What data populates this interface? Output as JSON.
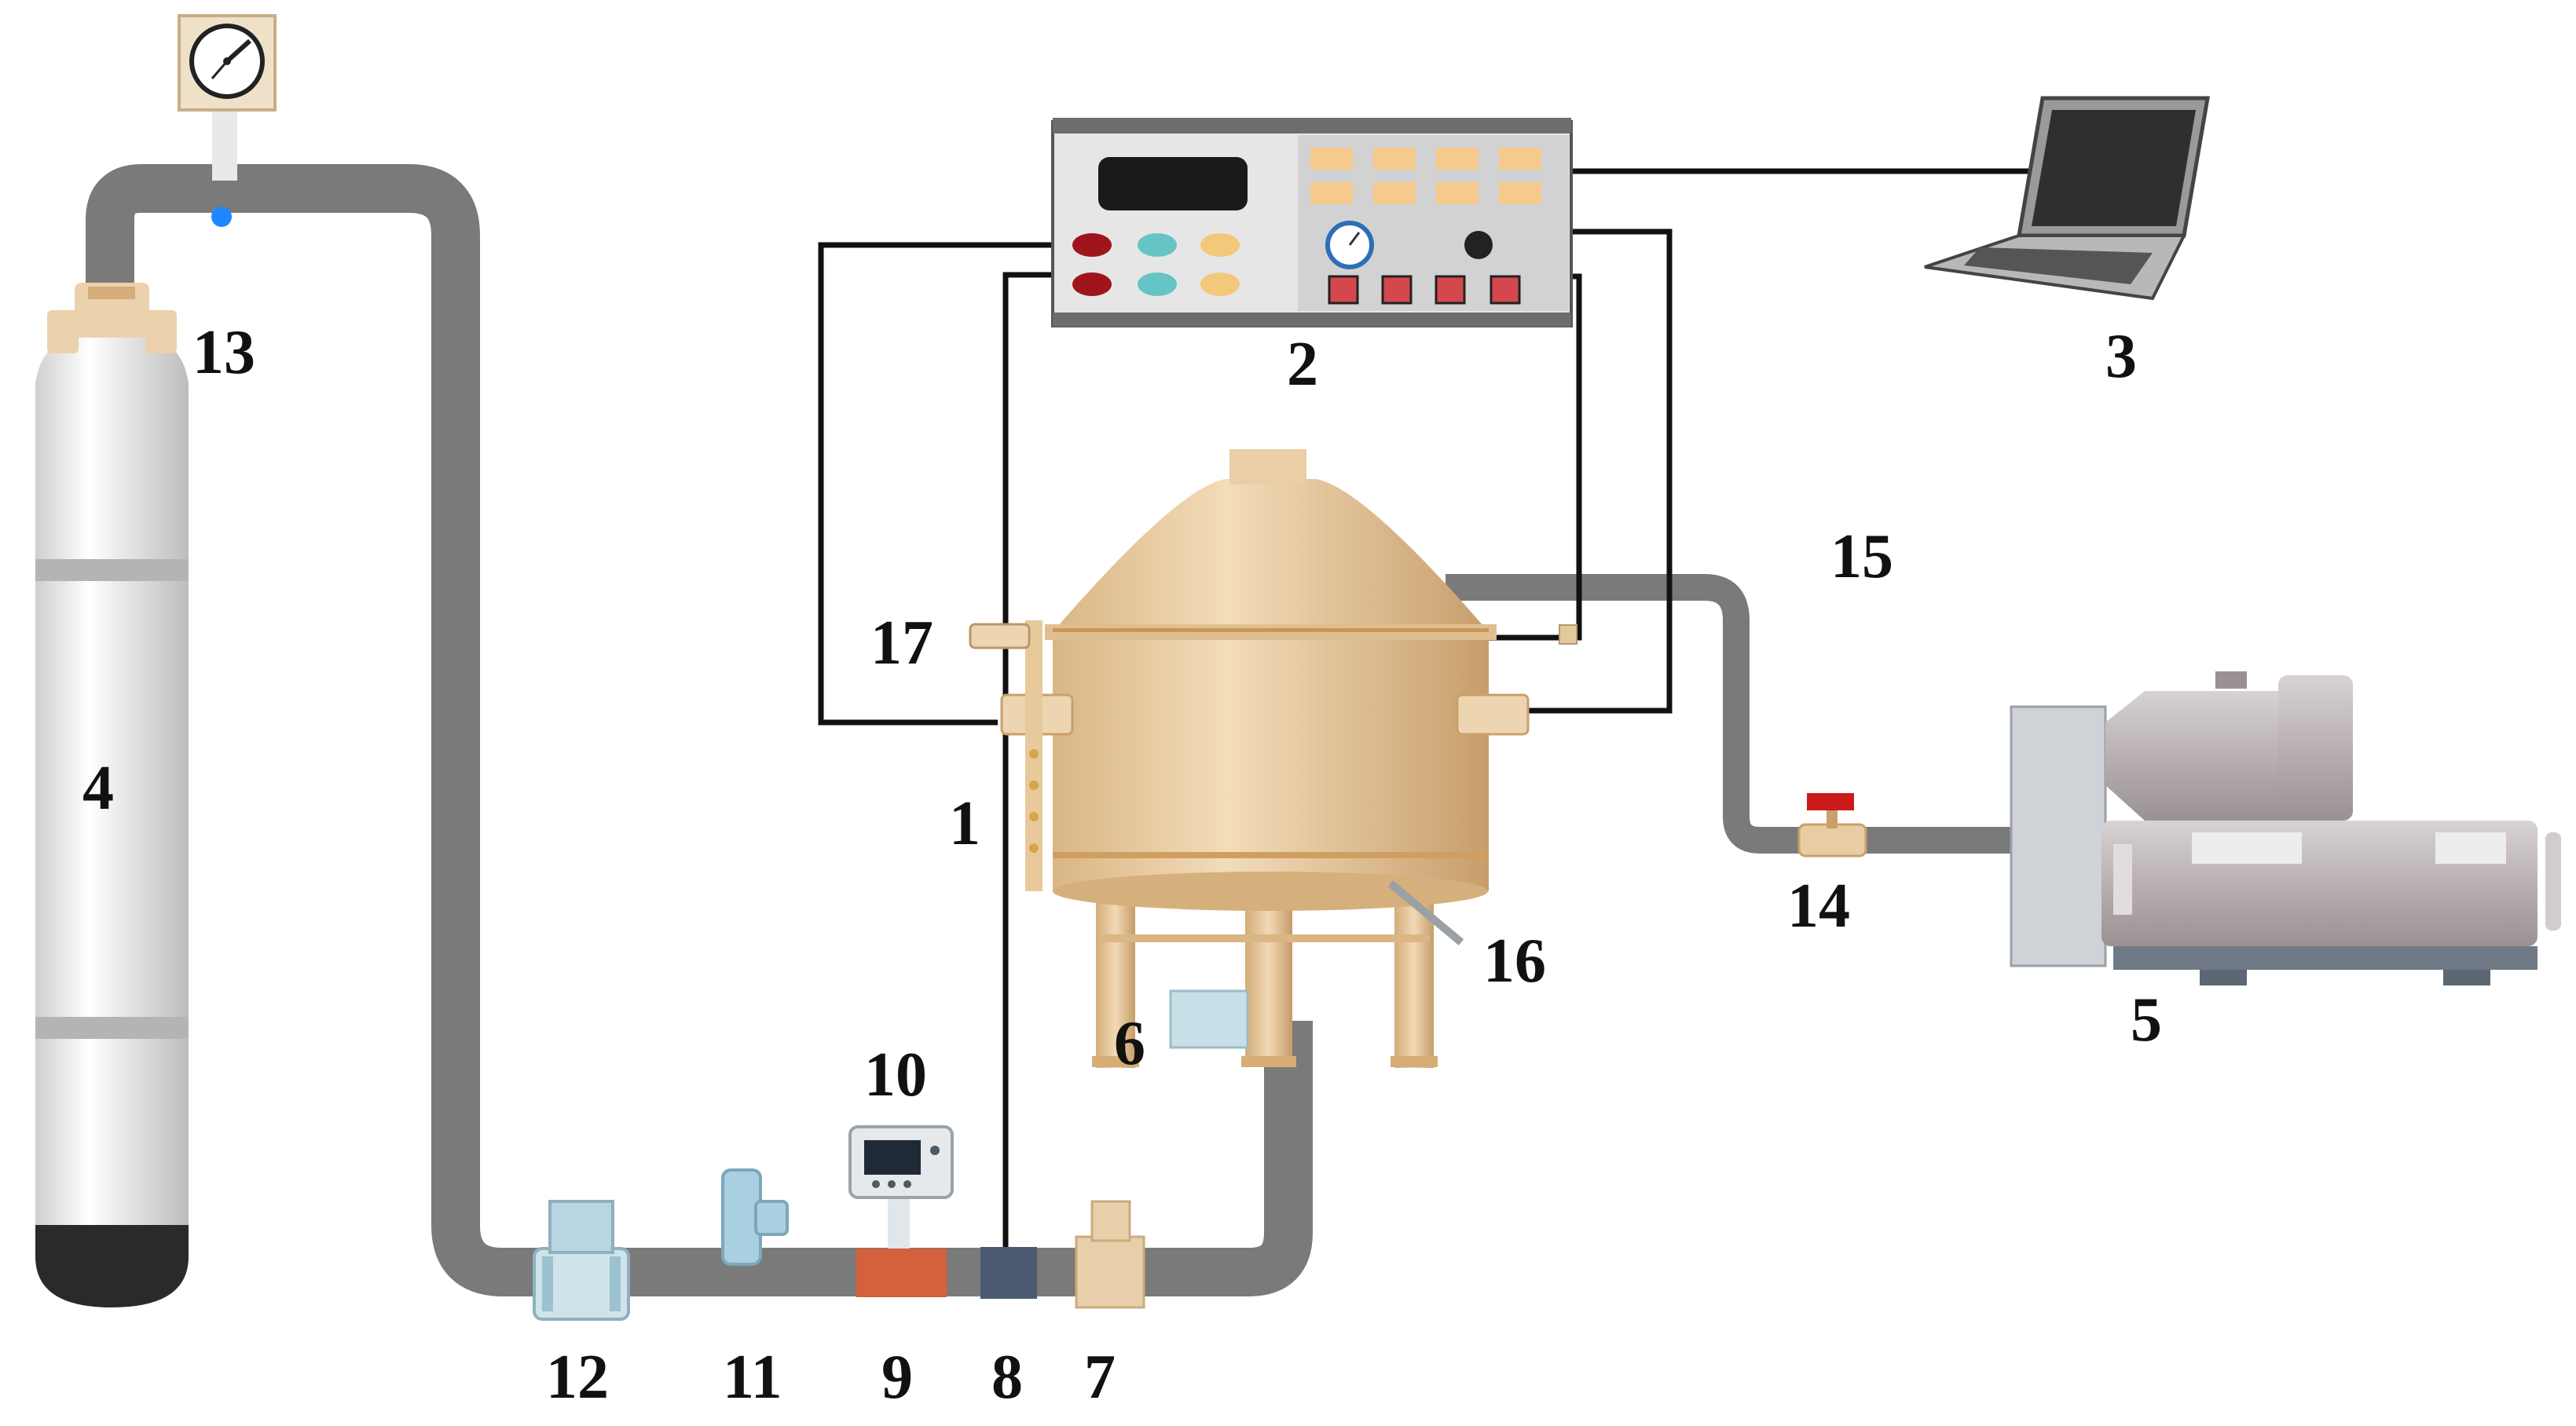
{
  "colors": {
    "pipe": "#7a7a7a",
    "wire": "#111111",
    "tank": "#e7c9a0",
    "tank_dark": "#c9a06a",
    "cylinder": "#e9e9e9",
    "cylinder_base": "#2a2a2a",
    "motor": "#bdb6b6",
    "heater": "#d4603c",
    "sensor_dark": "#4b5a70",
    "indicator_dot": "#1e88ff",
    "valve_handle": "#cc1a1a"
  },
  "components": {
    "reactor_vessel": {
      "number": "1",
      "icon": "conical-tank-icon"
    },
    "control_panel": {
      "number": "2",
      "icon": "control-panel-icon"
    },
    "laptop": {
      "number": "3",
      "icon": "laptop-icon"
    },
    "gas_cylinder": {
      "number": "4",
      "icon": "gas-cylinder-icon"
    },
    "vacuum_pump": {
      "number": "5",
      "icon": "motor-pump-icon"
    },
    "bottom_sensor": {
      "number": "6",
      "icon": "sensor-box-icon"
    },
    "inlet_fitting": {
      "number": "7",
      "icon": "pipe-fitting-icon"
    },
    "thermocouple_joint": {
      "number": "8",
      "icon": "pipe-joint-icon"
    },
    "heater_section": {
      "number": "9",
      "icon": "heater-band-icon"
    },
    "temperature_display": {
      "number": "10",
      "icon": "digital-display-icon"
    },
    "tee_valve": {
      "number": "11",
      "icon": "tee-valve-icon"
    },
    "flow_meter": {
      "number": "12",
      "icon": "flow-meter-icon"
    },
    "pressure_regulator": {
      "number": "13",
      "icon": "regulator-icon"
    },
    "exhaust_valve": {
      "number": "14",
      "icon": "valve-icon"
    },
    "exhaust_pipe": {
      "number": "15",
      "icon": "pipe-icon"
    },
    "probe": {
      "number": "16",
      "icon": "probe-icon"
    },
    "side_port": {
      "number": "17",
      "icon": "side-port-icon"
    }
  }
}
